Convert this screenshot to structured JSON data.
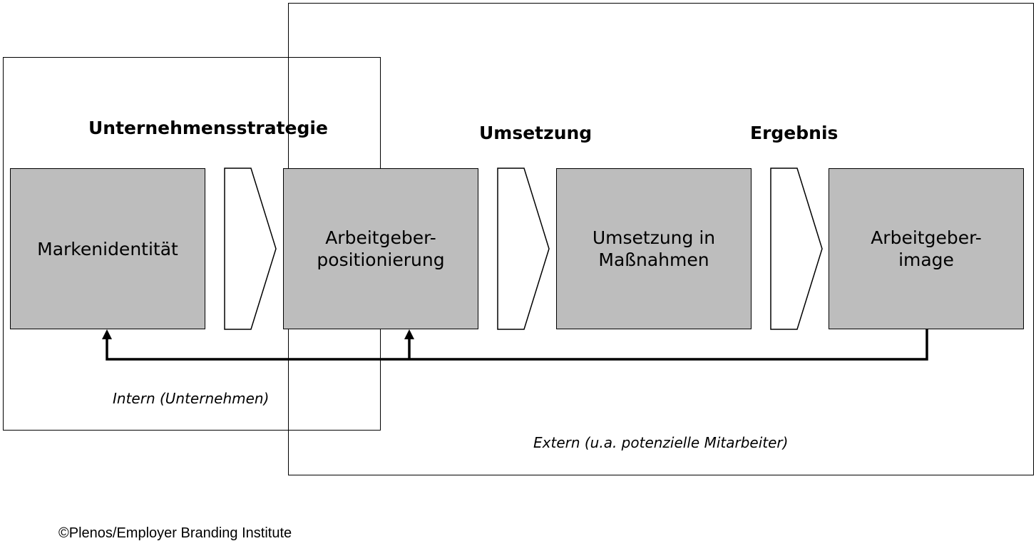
{
  "headings": {
    "strategy": "Unternehmensstrategie",
    "implementation": "Umsetzung",
    "result": "Ergebnis"
  },
  "boxes": [
    {
      "label": "Markenidentität"
    },
    {
      "label": "Arbeitgeber-\npositionierung"
    },
    {
      "label": "Umsetzung in\nMaßnahmen"
    },
    {
      "label": "Arbeitgeber-\nimage"
    }
  ],
  "captions": {
    "intern": "Intern (Unternehmen)",
    "extern": "Extern (u.a. potenzielle Mitarbeiter)"
  },
  "copyright": "©Plenos/Employer Branding Institute",
  "colors": {
    "box_fill": "#bdbdbd",
    "stroke": "#000000"
  }
}
